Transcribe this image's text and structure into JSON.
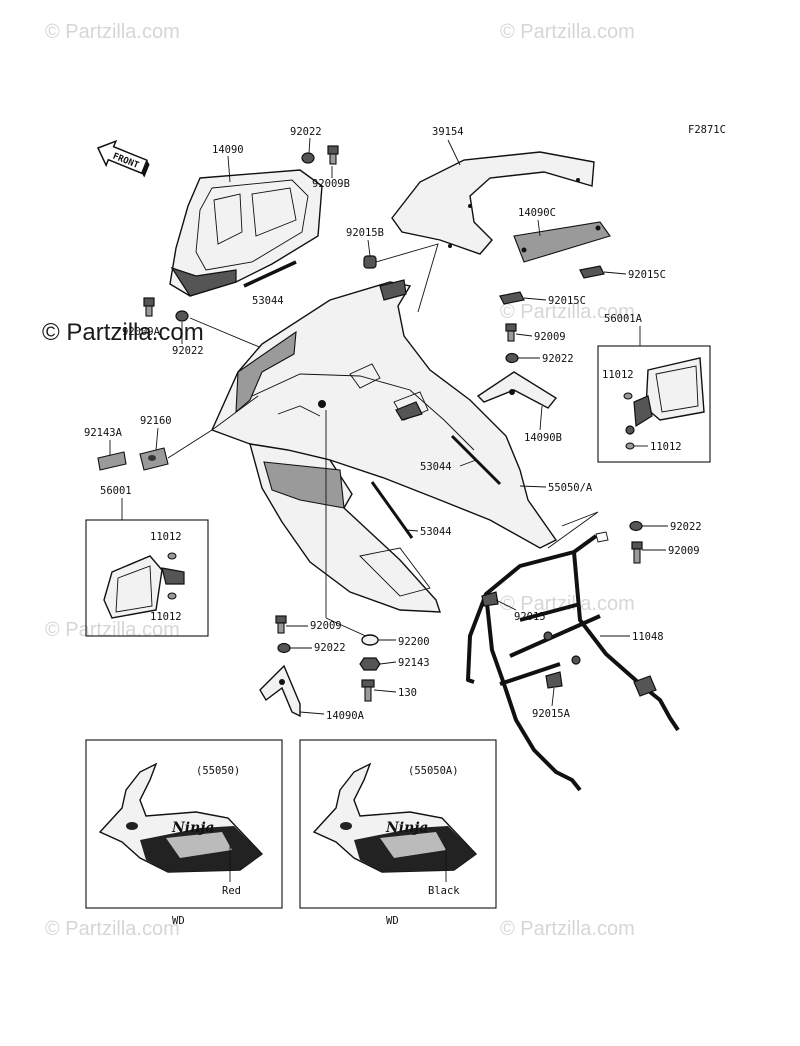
{
  "watermark": "© Partzilla.com",
  "figure_code": "F2871C",
  "front_label": "FRONT",
  "parts": {
    "p14090": "14090",
    "p92022_top": "92022",
    "p92009b": "92009B",
    "p39154": "39154",
    "p14090c": "14090C",
    "p92015c_a": "92015C",
    "p92015c_b": "92015C",
    "p92015b": "92015B",
    "p53044_top": "53044",
    "p92009a": "92009A",
    "p92022_left": "92022",
    "p92009_mid": "92009",
    "p92022_mid": "92022",
    "p56001a": "56001A",
    "p11012_r1": "11012",
    "p11012_r2": "11012",
    "p14090b": "14090B",
    "p92143a": "92143A",
    "p92160": "92160",
    "p53044_mid": "53044",
    "p55050a_main": "55050/A",
    "p53044_low": "53044",
    "p56001": "56001",
    "p11012_l1": "11012",
    "p11012_l2": "11012",
    "p92022_right": "92022",
    "p92009_right": "92009",
    "p92015": "92015",
    "p11048": "11048",
    "p92009_low": "92009",
    "p92022_low": "92022",
    "p92200": "92200",
    "p92143": "92143",
    "p130": "130",
    "p92015a": "92015A",
    "p14090a": "14090A"
  },
  "variants": [
    {
      "code": "(55050)",
      "color": "Red",
      "note": "WD",
      "logo": "Ninja"
    },
    {
      "code": "(55050A)",
      "color": "Black",
      "note": "WD",
      "logo": "Ninja"
    }
  ]
}
